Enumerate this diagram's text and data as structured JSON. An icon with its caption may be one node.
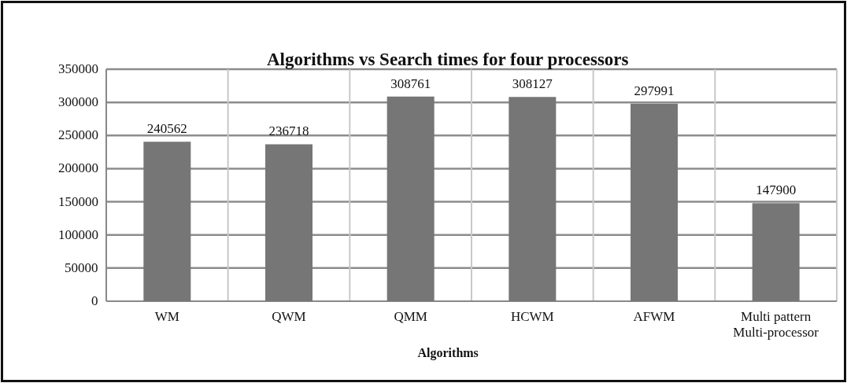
{
  "diagram": {
    "chart_data": {
      "type": "bar",
      "title": "Algorithms vs Search times for four processors",
      "xlabel": "Algorithms",
      "categories": [
        "WM",
        "QWM",
        "QMM",
        "HCWM",
        "AFWM",
        "Multi pattern Multi-processor"
      ],
      "series": [
        {
          "color": "#767676",
          "values": [
            240562,
            236718,
            308761,
            308127,
            297991,
            147900
          ]
        }
      ],
      "ylim": [
        0,
        350000
      ],
      "yticks": [
        0,
        50000,
        100000,
        150000,
        200000,
        250000,
        300000,
        350000
      ],
      "data_labels": true,
      "grid": true
    }
  }
}
